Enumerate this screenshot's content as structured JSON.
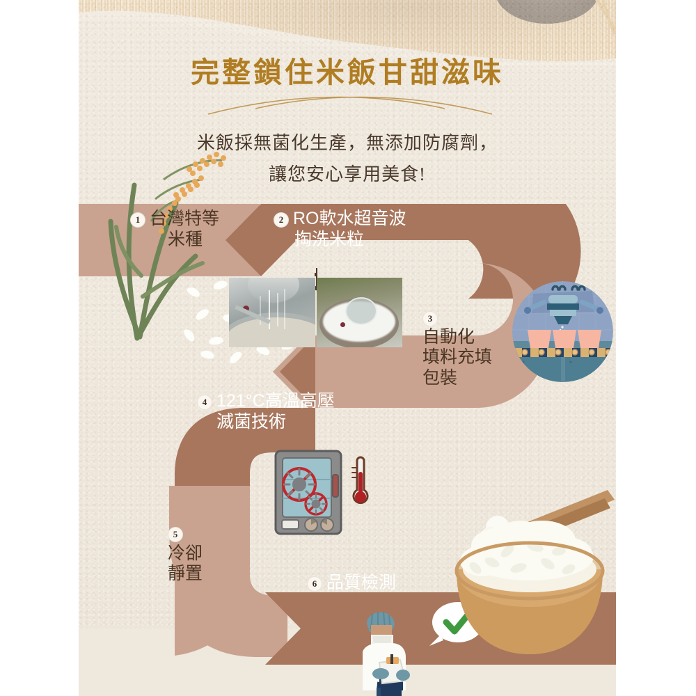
{
  "page": {
    "title": "完整鎖住米飯甘甜滋味",
    "subtitle_line1": "米飯採無菌化生產，無添加防腐劑，",
    "subtitle_line2": "讓您安心享用美食!",
    "title_color": "#b07d22",
    "body_color": "#4a3a2c",
    "paper_color": "#efe8dd",
    "ribbon_light": "#c9a390",
    "ribbon_dark": "#a7765d"
  },
  "flow": {
    "steps": [
      {
        "number": "1",
        "line1": "台灣特等",
        "line2": "米種",
        "line3": "",
        "text_style": "dark",
        "band": "light"
      },
      {
        "number": "2",
        "line1": "RO軟水超音波",
        "line2": "掏洗米粒",
        "line3": "",
        "text_style": "white",
        "band": "dark"
      },
      {
        "number": "3",
        "line1": "自動化",
        "line2": "填料充填",
        "line3": "包裝",
        "text_style": "dark",
        "band": "light"
      },
      {
        "number": "4",
        "line1": "121°C高溫高壓",
        "line2": "滅菌技術",
        "line3": "",
        "text_style": "white",
        "band": "dark"
      },
      {
        "number": "5",
        "line1": "冷卻",
        "line2": "靜置",
        "line3": "",
        "text_style": "dark",
        "band": "light"
      },
      {
        "number": "6",
        "line1": "品質檢測",
        "line2": "",
        "line3": "",
        "text_style": "white",
        "band": "dark"
      }
    ]
  },
  "graphics": {
    "bamboo_mat": "bamboo-mat-photo",
    "rice_plant": "rice-plant-illustration",
    "rice_grains": "scattered-rice-grains",
    "washing_photo_left": "rice-washing-machine-photo",
    "washing_photo_right": "rice-rinsing-bowl-photo",
    "automation_illustration": "robotic-filling-line-illustration",
    "sterilizer_illustration": "autoclave-sterilizer-illustration",
    "thermometer_icon": "thermometer-icon",
    "inspector_illustration": "quality-inspector-illustration",
    "check_badge": "green-check-speech-bubble",
    "rice_bowl_photo": "rice-bowl-with-chopsticks-photo",
    "accent_green": "#3f9a3f",
    "automation_blue": "#7d96c0",
    "conveyor_navy": "#25456b",
    "cup_pink": "#f6b6a2"
  }
}
